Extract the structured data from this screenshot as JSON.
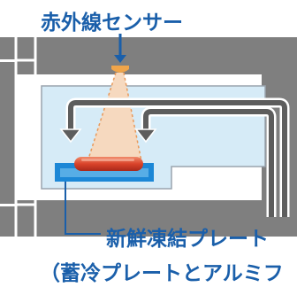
{
  "labels": {
    "sensor": "赤外線センサー",
    "plate": "新鮮凍結プレート",
    "plate_detail": "（蓄冷プレートとアルミフ"
  },
  "colors": {
    "label_text": "#1a5faa",
    "cabinet": "#7f7f7f",
    "cabinet_inner": "#ffffff",
    "freezer_compartment": "#d6ebf7",
    "freezer_outline": "#9aa4ad",
    "airflow_arrow": "#5d5d5d",
    "sensor_cone": "#f6d9bf",
    "sensor_cone_edge": "#e8995a",
    "sensor_body": "#f0a54a",
    "sensor_arrow": "#1a5faa",
    "cold_plate": "#1c87d6",
    "food_item": "#d9432a",
    "leader_line": "#1a5faa"
  },
  "icons": [
    "infrared-sensor-icon",
    "airflow-arrow-icon",
    "food-item-icon"
  ]
}
